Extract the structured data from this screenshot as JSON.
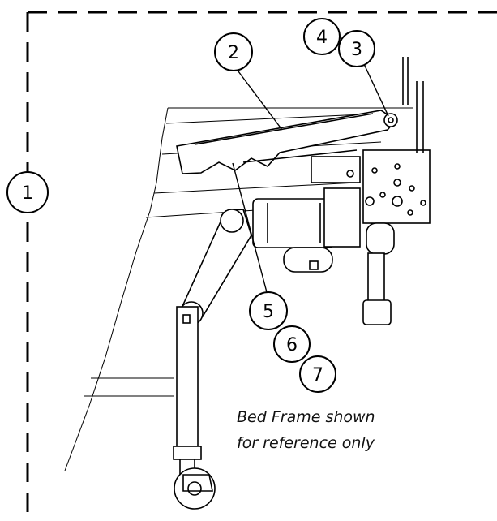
{
  "callouts": {
    "c1": "1",
    "c2": "2",
    "c3": "3",
    "c4": "4",
    "c5": "5",
    "c6": "6",
    "c7": "7"
  },
  "note": {
    "line1": "Bed Frame shown",
    "line2": "for reference only"
  },
  "colors": {
    "ink": "#000000",
    "background": "#ffffff"
  }
}
